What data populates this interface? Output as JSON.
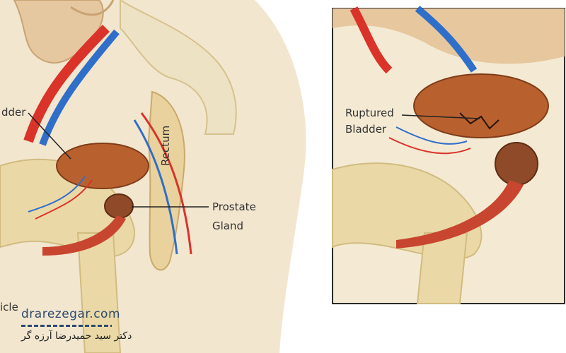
{
  "labels": {
    "bladder_partial": "dder",
    "rectum": "Rectum",
    "prostate_line1": "Prostate",
    "prostate_line2": "Gland",
    "ticle_partial": "icle",
    "ruptured_line1": "Ruptured",
    "ruptured_line2": "Bladder"
  },
  "watermark": {
    "site": "drarezegar.com",
    "name": "دکتر سید حمیدرضا آرزه گر"
  },
  "colors": {
    "background": "#ffffff",
    "tissue": "#efe0c4",
    "bone": "#e7d7a6",
    "artery": "#d9332a",
    "vein": "#2f6fc9",
    "bladder": "#b8612f",
    "prostate": "#8f4a2a",
    "rectum": "#e6cf9c",
    "inset_border": "#2a2a2a"
  }
}
